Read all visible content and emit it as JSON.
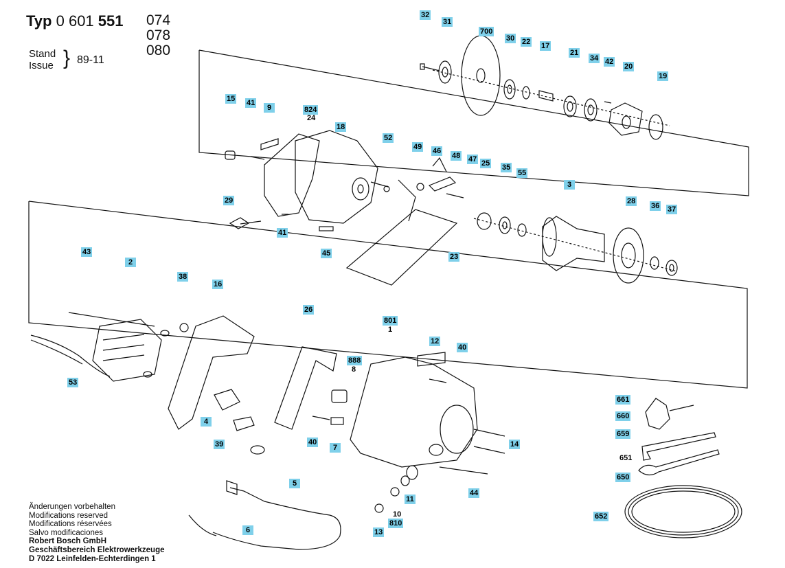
{
  "header": {
    "typ_label": "Typ",
    "typ_prefix": "0 601",
    "typ_bold": "551",
    "variants": [
      "074",
      "078",
      "080"
    ],
    "stand_lines": [
      "Stand",
      "Issue"
    ],
    "stand_date": "89-11"
  },
  "notes": {
    "lines": [
      "Änderungen vorbehalten",
      "Modifications reserved",
      "Modifications réservées",
      "Salvo modificaciones"
    ],
    "company_lines": [
      "Robert Bosch GmbH",
      "Geschäftsbereich Elektrowerkzeuge",
      "D 7022 Leinfelden-Echterdingen 1"
    ]
  },
  "part_labels": {
    "p32": "32",
    "p31": "31",
    "p700": "700",
    "p30": "30",
    "p22": "22",
    "p17": "17",
    "p21": "21",
    "p34": "34",
    "p42": "42",
    "p20": "20",
    "p19": "19",
    "p15": "15",
    "p41a": "41",
    "p9": "9",
    "p824": "824",
    "p24": "24",
    "p18": "18",
    "p52": "52",
    "p49": "49",
    "p46": "46",
    "p48": "48",
    "p47": "47",
    "p25": "25",
    "p35": "35",
    "p55": "55",
    "p3": "3",
    "p28": "28",
    "p36": "36",
    "p37": "37",
    "p29": "29",
    "p41b": "41",
    "p45": "45",
    "p23": "23",
    "p43": "43",
    "p2": "2",
    "p38": "38",
    "p16": "16",
    "p26": "26",
    "p801": "801",
    "p1": "1",
    "p12": "12",
    "p40a": "40",
    "p888": "888",
    "p8": "8",
    "p53": "53",
    "p4": "4",
    "p39": "39",
    "p40b": "40",
    "p7": "7",
    "p14": "14",
    "p661": "661",
    "p660": "660",
    "p659": "659",
    "p651": "651",
    "p650": "650",
    "p5": "5",
    "p11": "11",
    "p44": "44",
    "p10": "10",
    "p810": "810",
    "p13": "13",
    "p6": "6",
    "p652": "652"
  },
  "colors": {
    "label_bg": "#7fd0ea",
    "ink": "#111111"
  }
}
